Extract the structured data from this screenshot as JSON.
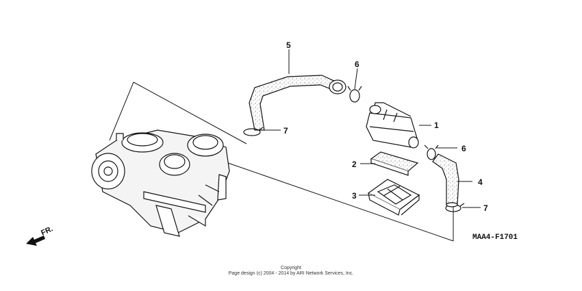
{
  "callouts": {
    "p1": "1",
    "p2": "2",
    "p3": "3",
    "p4": "4",
    "p5": "5",
    "p6a": "6",
    "p6b": "6",
    "p7a": "7",
    "p7b": "7"
  },
  "direction_label": "FR.",
  "diagram_code": "MAA4-F1701",
  "copyright_line1": "Copyright",
  "copyright_line2": "Page design (c) 2004 - 2014 by ARI Network Services, Inc."
}
